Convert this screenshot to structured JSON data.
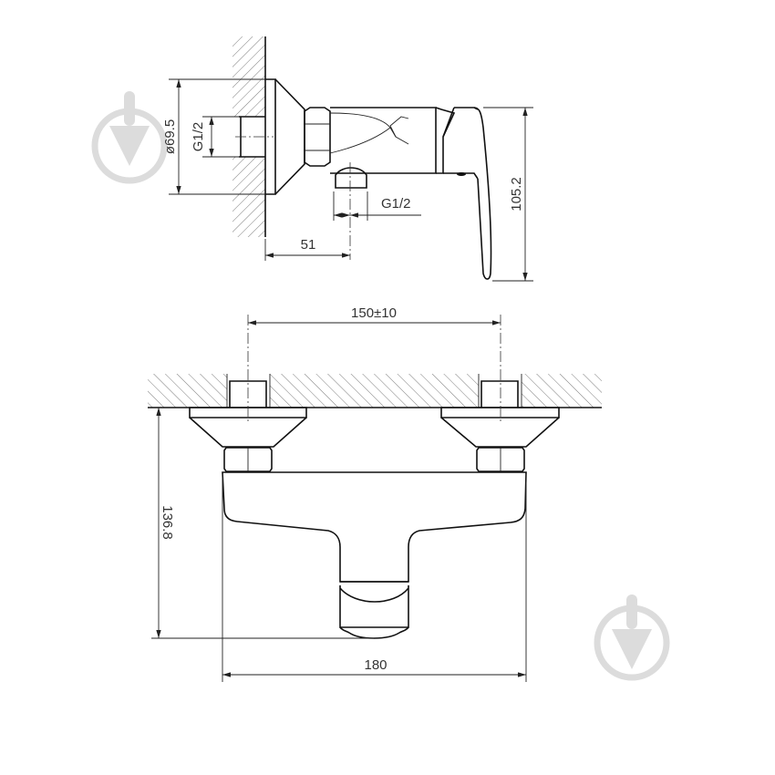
{
  "drawing": {
    "title": "Shower mixer dimension drawing",
    "side_view": {
      "labels": {
        "flange_diameter": "ø69.5",
        "inlet_thread": "G1/2",
        "outlet_thread": "G1/2",
        "wall_to_outlet": "51",
        "height": "105.2"
      }
    },
    "front_view": {
      "labels": {
        "inlet_spacing": "150±10",
        "height": "136.8",
        "width": "180"
      }
    },
    "watermark": {
      "icon": "trowel-in-circle-icon",
      "color": "#dcdcdc",
      "count": 2
    },
    "colors": {
      "line": "#111111",
      "dimension_text": "#333333",
      "background": "#ffffff"
    }
  }
}
